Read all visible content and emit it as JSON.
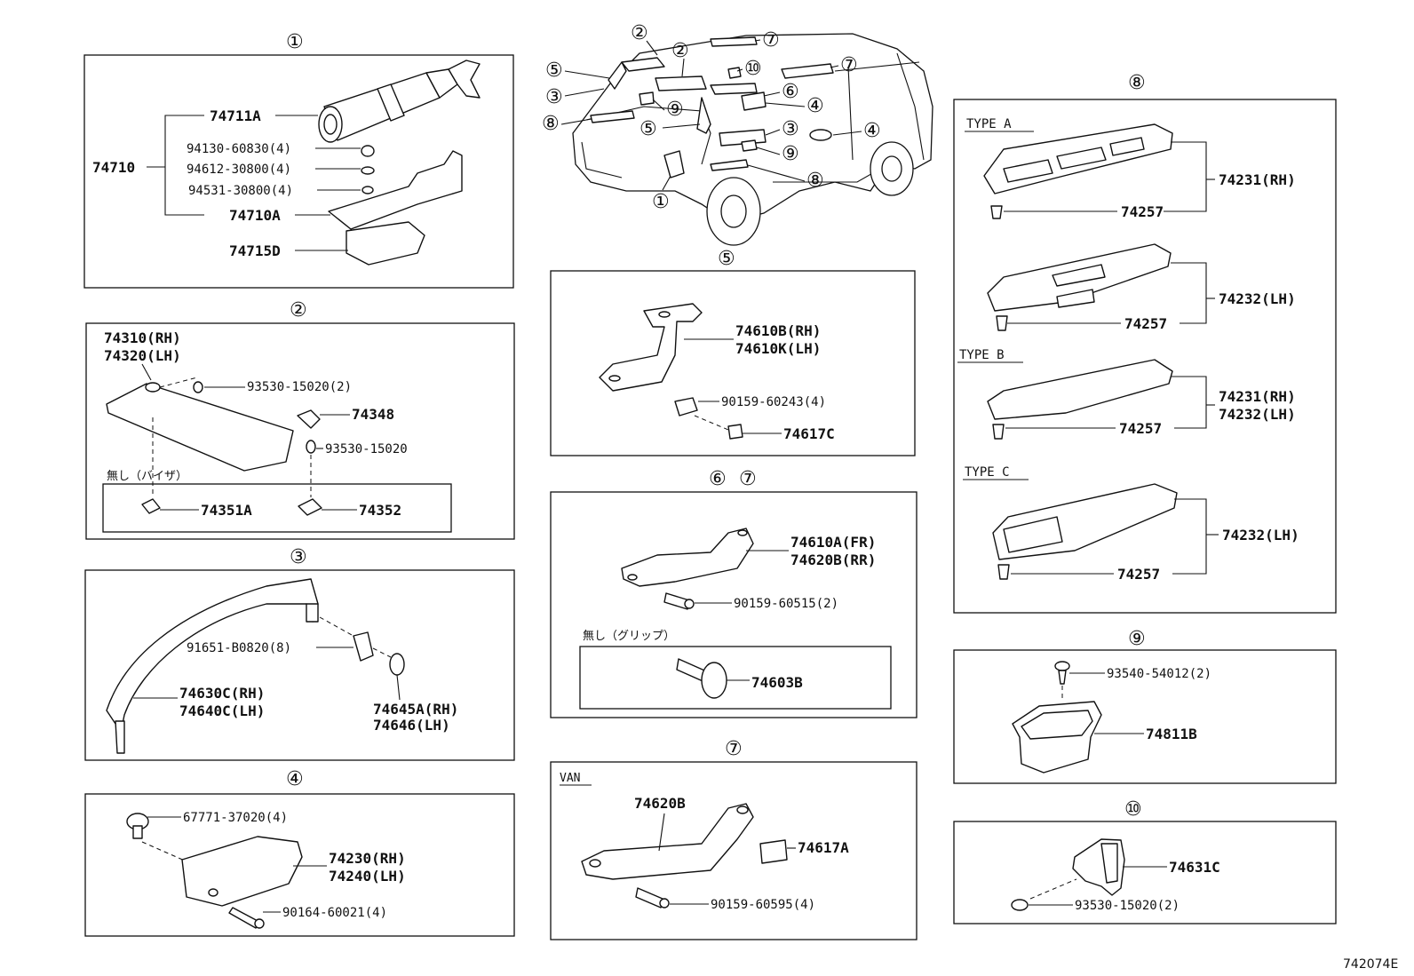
{
  "section_numbers": {
    "s1": "①",
    "s2": "②",
    "s3": "③",
    "s4": "④",
    "s5": "⑤",
    "s67a": "⑥",
    "s67b": "⑦",
    "s7": "⑦",
    "s8": "⑧",
    "s9": "⑨",
    "s10": "⑩"
  },
  "section1": {
    "group_label": "74710",
    "parts": [
      "74711A",
      "94130-60830(4)",
      "94612-30800(4)",
      "94531-30800(4)",
      "74710A",
      "74715D"
    ]
  },
  "section2": {
    "main_part_rh": "74310(RH)",
    "main_part_lh": "74320(LH)",
    "parts": [
      "93530-15020(2)",
      "74348",
      "93530-15020"
    ],
    "subsection_label": "無し（バイザ）",
    "sub_parts": [
      "74351A",
      "74352"
    ]
  },
  "section3": {
    "parts": [
      "91651-B0820(8)",
      "74630C(RH)",
      "74640C(LH)",
      "74645A(RH)",
      "74646(LH)"
    ]
  },
  "section4": {
    "parts": [
      "67771-37020(4)",
      "74230(RH)",
      "74240(LH)",
      "90164-60021(4)"
    ]
  },
  "section5": {
    "parts": [
      "74610B(RH)",
      "74610K(LH)",
      "90159-60243(4)",
      "74617C"
    ]
  },
  "section67": {
    "parts": [
      "74610A(FR)",
      "74620B(RR)",
      "90159-60515(2)"
    ],
    "subsection_label": "無し（グリップ）",
    "sub_parts": [
      "74603B"
    ]
  },
  "section7": {
    "variant_label": "VAN",
    "parts": [
      "74620B",
      "74617A",
      "90159-60595(4)"
    ]
  },
  "section8": {
    "type_a": "TYPE A",
    "type_b": "TYPE B",
    "type_c": "TYPE C",
    "parts": [
      "74231(RH)",
      "74257",
      "74232(LH)",
      "74257",
      "74231(RH)",
      "74232(LH)",
      "74257",
      "74232(LH)",
      "74257"
    ]
  },
  "section9": {
    "parts": [
      "93540-54012(2)",
      "74811B"
    ]
  },
  "section10": {
    "parts": [
      "74631C",
      "93530-15020(2)"
    ]
  },
  "overview_callouts": [
    "②",
    "②",
    "⑦",
    "⑤",
    "⑩",
    "⑦",
    "③",
    "⑥",
    "⑨",
    "④",
    "⑧",
    "⑤",
    "③",
    "④",
    "⑨",
    "①",
    "⑧"
  ],
  "diagram_code": "742074E"
}
